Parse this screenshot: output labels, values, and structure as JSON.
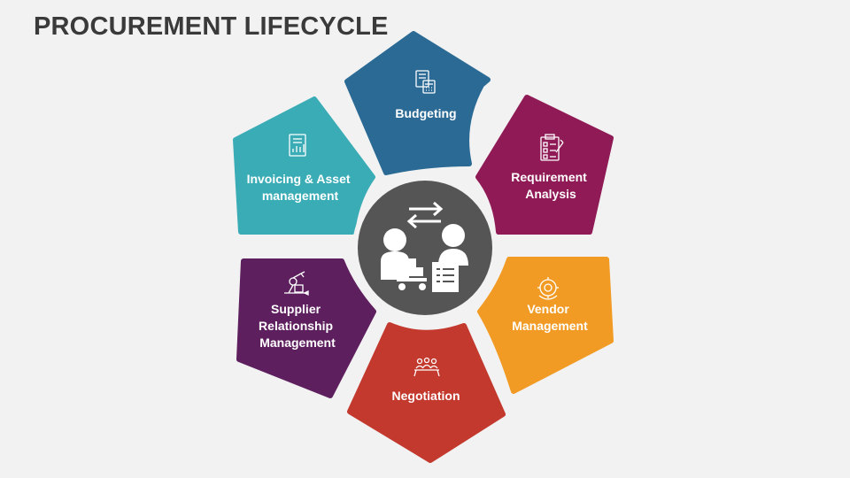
{
  "title": "PROCUREMENT LIFECYCLE",
  "center": {
    "icon": "procurement-exchange-icon",
    "color": "#555555"
  },
  "segments": [
    {
      "id": "budgeting",
      "lines": [
        "Budgeting"
      ],
      "color": "#2a6a95",
      "icon": "calculator-document-icon"
    },
    {
      "id": "requirement-analysis",
      "lines": [
        "Requirement",
        "Analysis"
      ],
      "color": "#8f1a56",
      "icon": "checklist-clipboard-icon"
    },
    {
      "id": "vendor-management",
      "lines": [
        "Vendor",
        "Management"
      ],
      "color": "#f19b24",
      "icon": "gear-handshake-icon"
    },
    {
      "id": "negotiation",
      "lines": [
        "Negotiation"
      ],
      "color": "#c3392e",
      "icon": "meeting-table-icon"
    },
    {
      "id": "supplier-relationship-management",
      "lines": [
        "Supplier",
        "Relationship",
        "Management"
      ],
      "color": "#5e1f5e",
      "icon": "robotic-arm-box-icon"
    },
    {
      "id": "invoicing-asset-management",
      "lines": [
        "Invoicing & Asset",
        "management"
      ],
      "color": "#3aacb6",
      "icon": "invoice-chart-icon"
    }
  ]
}
